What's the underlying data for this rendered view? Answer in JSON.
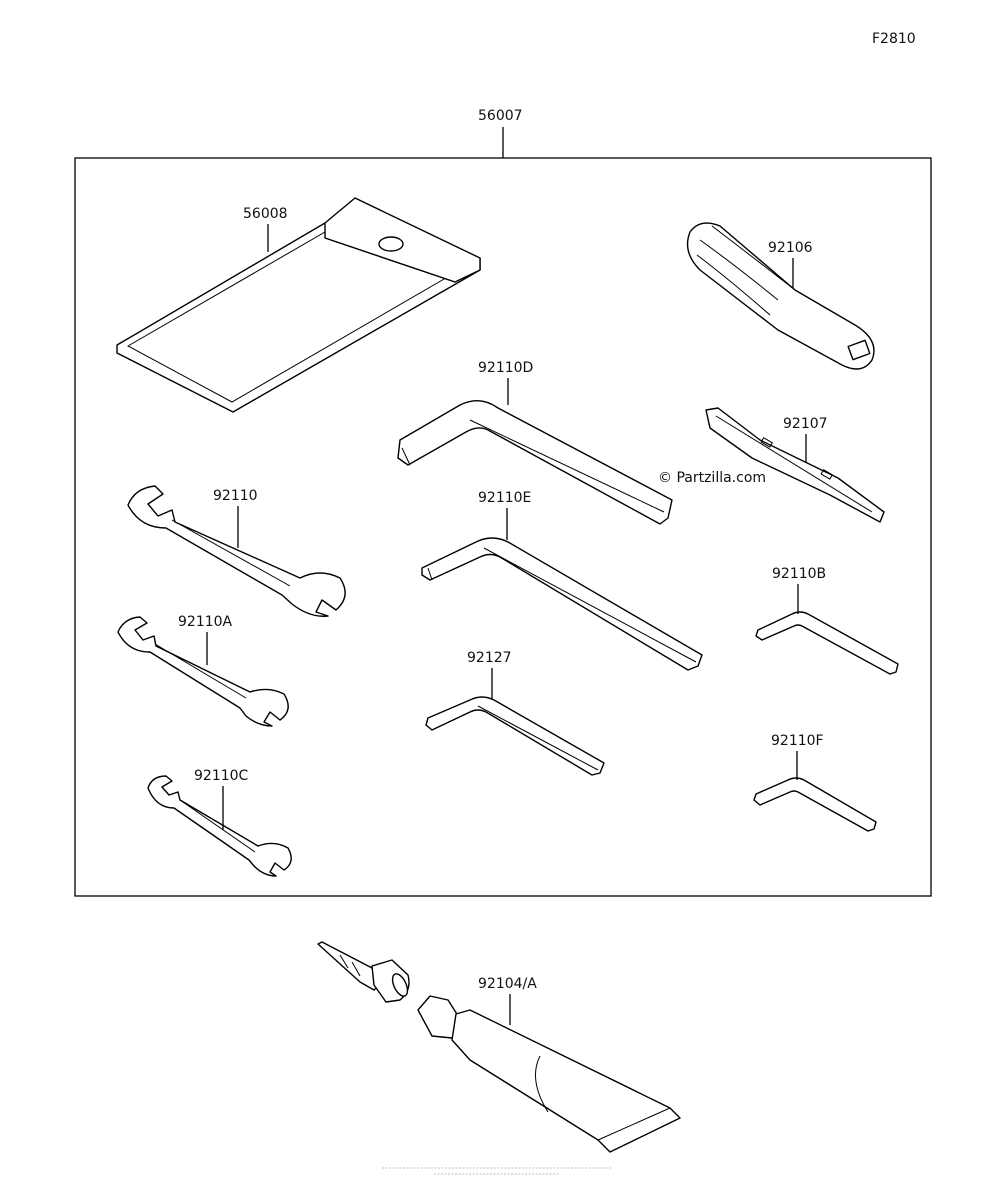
{
  "figure_code": "F2810",
  "watermark": "© Partzilla.com",
  "labels": {
    "kit": "56007",
    "case": "56008",
    "handle": "92106",
    "hex_d": "92110D",
    "driver": "92107",
    "wrench_1": "92110",
    "hex_e": "92110E",
    "hex_b": "92110B",
    "wrench_a": "92110A",
    "hex_127": "92127",
    "hex_f": "92110F",
    "wrench_c": "92110C",
    "grease": "92104/A"
  }
}
